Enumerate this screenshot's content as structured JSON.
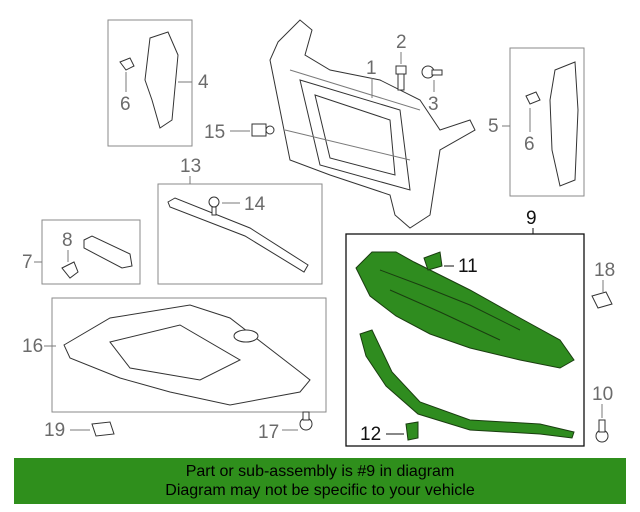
{
  "callouts": {
    "c1": "1",
    "c2": "2",
    "c3": "3",
    "c4": "4",
    "c5": "5",
    "c6a": "6",
    "c6b": "6",
    "c7": "7",
    "c8": "8",
    "c9": "9",
    "c10": "10",
    "c11": "11",
    "c12": "12",
    "c13": "13",
    "c14": "14",
    "c15": "15",
    "c16": "16",
    "c17": "17",
    "c18": "18",
    "c19": "19"
  },
  "banner": {
    "line1": "Part or sub-assembly is #9 in diagram",
    "line2": "Diagram may not be specific to your vehicle"
  },
  "colors": {
    "highlight": "#2f8f1c",
    "banner": "#2f8f1c"
  }
}
